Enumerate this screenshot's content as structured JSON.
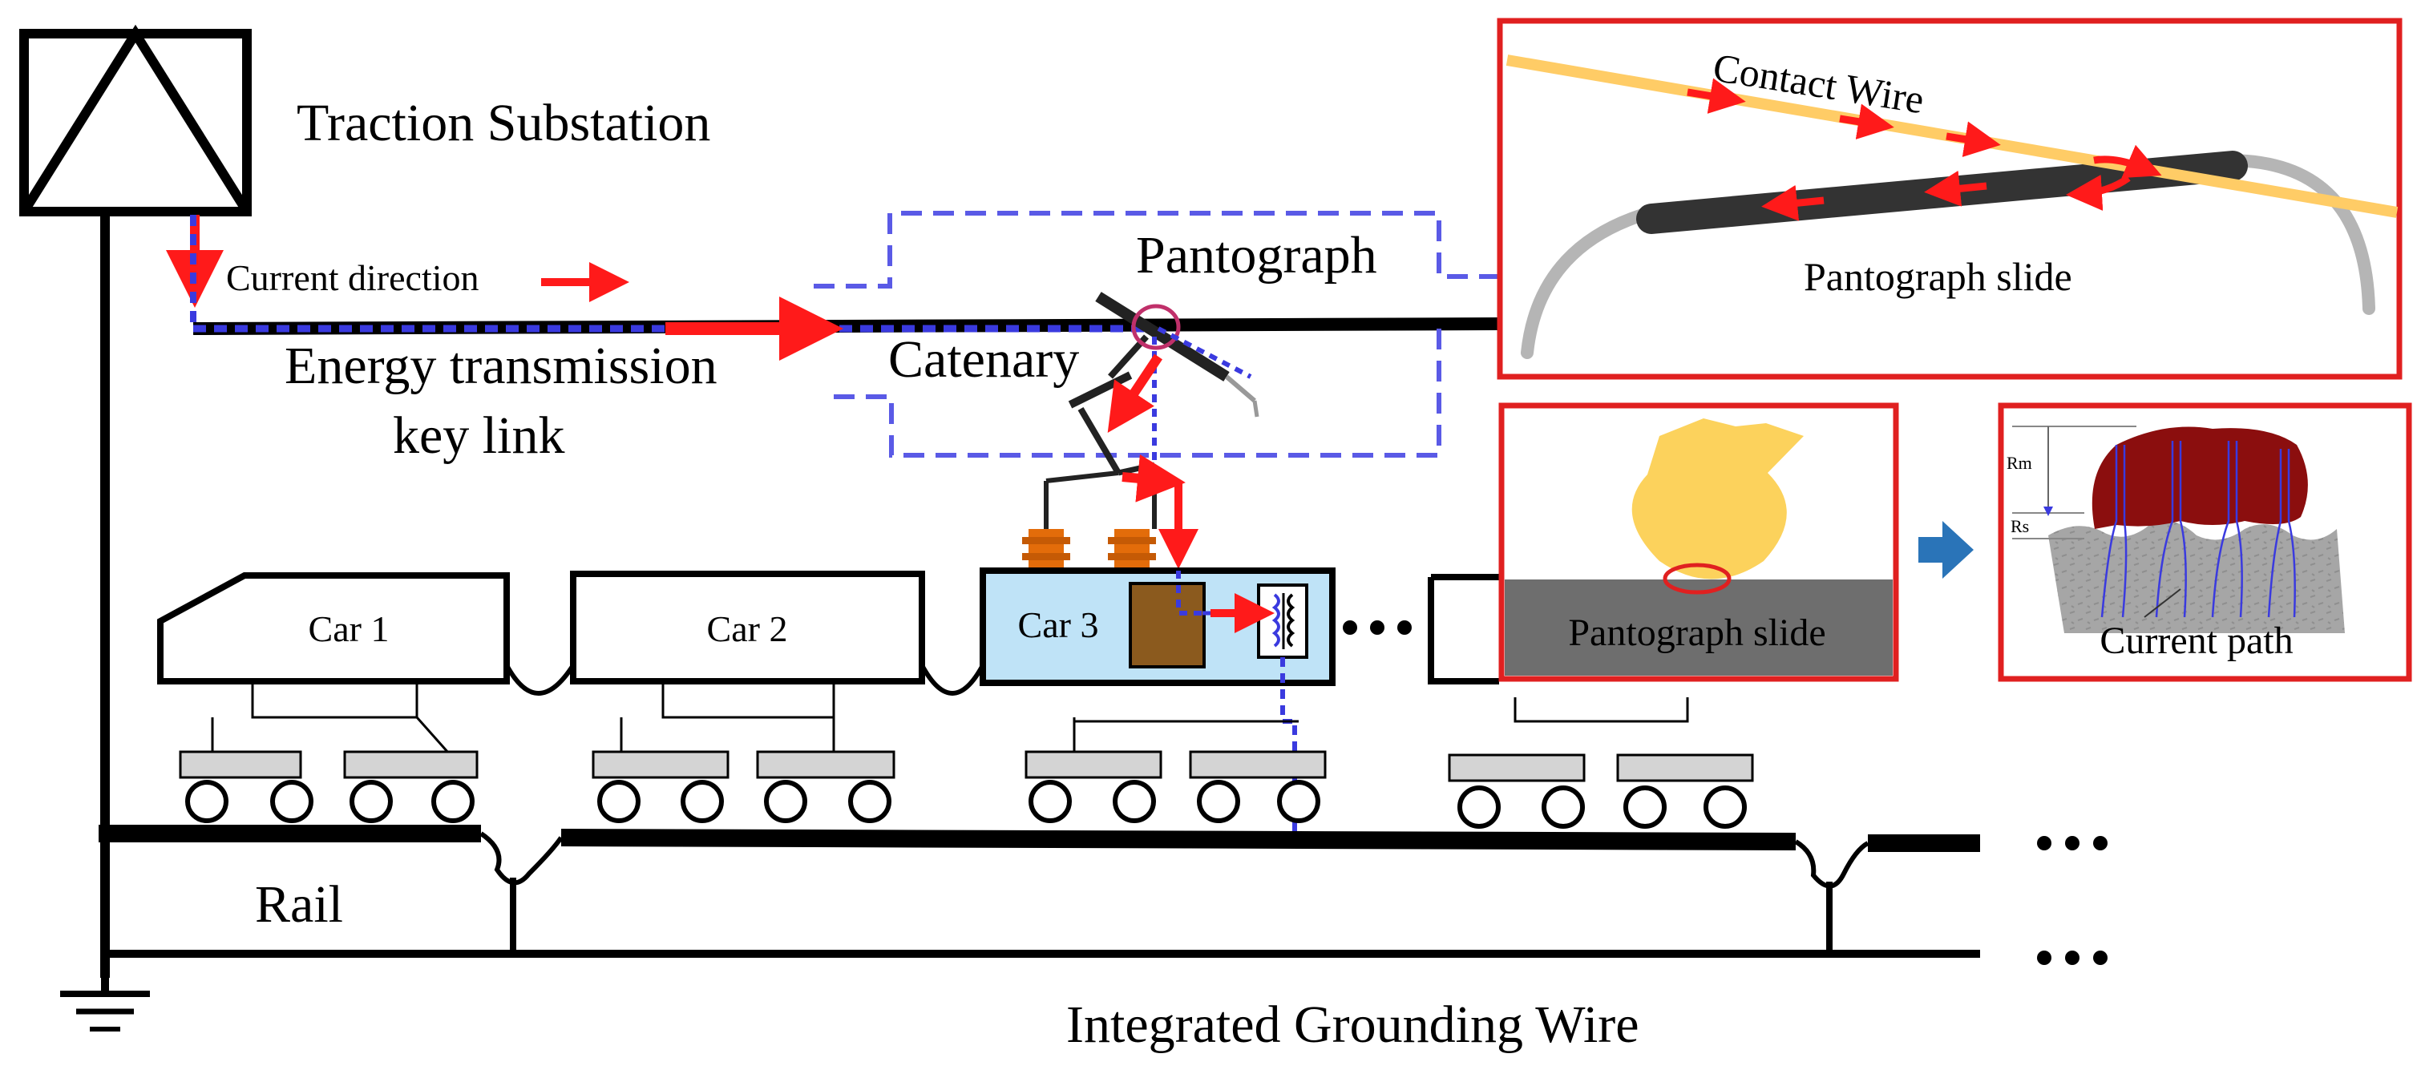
{
  "labels": {
    "traction_substation": "Traction Substation",
    "current_direction": "Current direction",
    "energy_link_line1": "Energy transmission",
    "energy_link_line2": "key link",
    "pantograph": "Pantograph",
    "catenary": "Catenary",
    "rail": "Rail",
    "grounding_wire": "Integrated Grounding Wire"
  },
  "cars": [
    "Car 1",
    "Car 2",
    "Car 3"
  ],
  "insets": {
    "contact": {
      "contact_wire": "Contact Wire",
      "pantograph_slide": "Pantograph slide"
    },
    "slide_section": {
      "pantograph_slide": "Pantograph slide"
    },
    "micro": {
      "rm": "Rm",
      "rs": "Rs",
      "current_path": "Current path"
    }
  },
  "colors": {
    "current_arrow": "#ff1a1a",
    "current_path_dash": "#3b3bff",
    "inset_border": "#e02020",
    "car3_fill": "#bfe3f7",
    "contact_wire": "#ffcc66",
    "pantograph_slide": "#333333",
    "contact_shoe": "#fcd25c",
    "asperity": "#8b0e0e",
    "process_arrow": "#2a74b8"
  }
}
